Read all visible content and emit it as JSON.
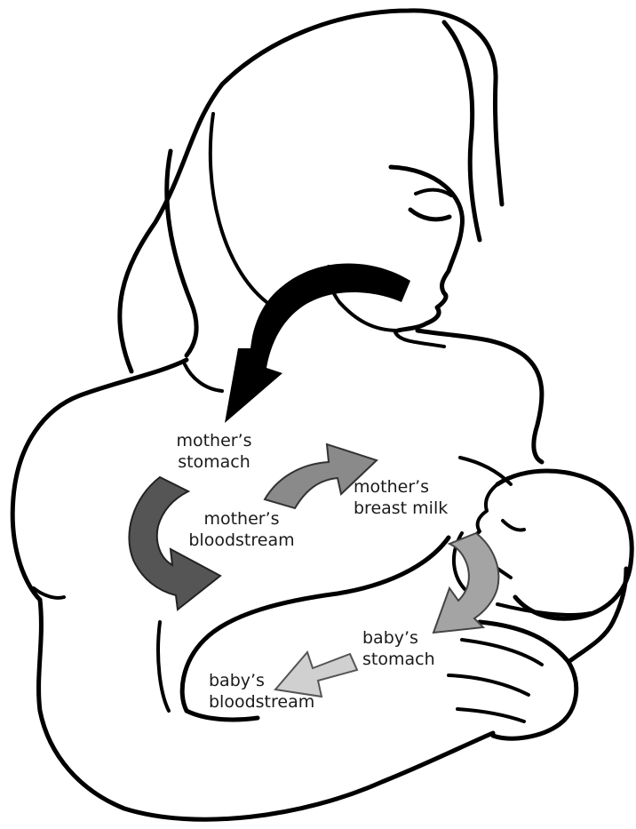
{
  "labels": {
    "mother_stomach": [
      "mother’s",
      "stomach"
    ],
    "mother_bloodstream": [
      "mother’s",
      "bloodstream"
    ],
    "mother_breast_milk": [
      "mother’s",
      "breast milk"
    ],
    "baby_stomach": [
      "baby’s",
      "stomach"
    ],
    "baby_bloodstream": [
      "baby’s",
      "bloodstream"
    ]
  },
  "colors": {
    "line_art": "#000000",
    "arrow_intake": "#000000",
    "arrow_stomach_to_blood": "#555555",
    "arrow_blood_to_milk": "#8a8a8a",
    "arrow_milk_to_baby_stomach": "#a4a4a4",
    "arrow_baby_stomach_to_blood": "#d0d0d0"
  }
}
